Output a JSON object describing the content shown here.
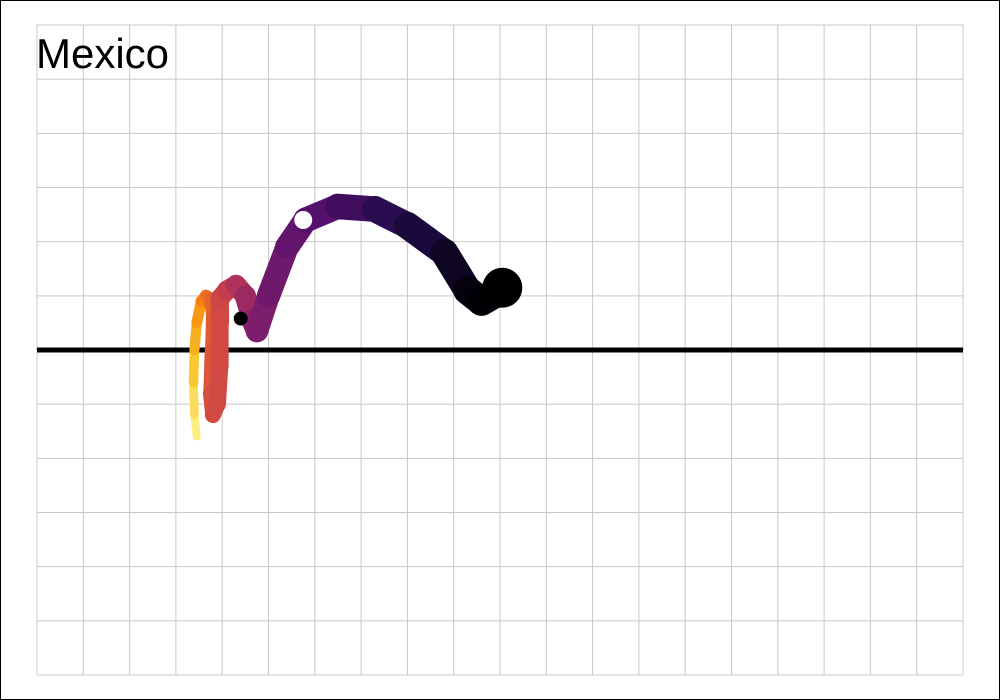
{
  "chart_data": {
    "type": "line",
    "title": "Mexico",
    "xlabel": "",
    "ylabel": "",
    "xlim": [
      0,
      20
    ],
    "ylim": [
      -6,
      6
    ],
    "grid": true,
    "reference_line_y": 0,
    "colormap": "inferno",
    "colors": {
      "grid": "#c8c8c8",
      "reference_line": "#000000",
      "start_marker": "#000000",
      "mid_marker": "#ffffff",
      "end_marker": "#000000"
    },
    "series": [
      {
        "points": [
          {
            "x": 3.45,
            "y": -1.6,
            "t": 0.98
          },
          {
            "x": 3.4,
            "y": -1.2,
            "t": 0.95
          },
          {
            "x": 3.38,
            "y": -0.6,
            "t": 0.9
          },
          {
            "x": 3.4,
            "y": 0.0,
            "t": 0.85
          },
          {
            "x": 3.45,
            "y": 0.5,
            "t": 0.8
          },
          {
            "x": 3.55,
            "y": 0.9,
            "t": 0.75
          },
          {
            "x": 3.65,
            "y": 1.0,
            "t": 0.7
          },
          {
            "x": 3.75,
            "y": 0.95,
            "t": 0.67
          },
          {
            "x": 3.8,
            "y": 0.6,
            "t": 0.64
          },
          {
            "x": 3.78,
            "y": 0.0,
            "t": 0.62
          },
          {
            "x": 3.75,
            "y": -0.8,
            "t": 0.6
          },
          {
            "x": 3.8,
            "y": -1.2,
            "t": 0.58
          },
          {
            "x": 3.9,
            "y": -1.0,
            "t": 0.57
          },
          {
            "x": 3.95,
            "y": -0.3,
            "t": 0.57
          },
          {
            "x": 3.95,
            "y": 0.5,
            "t": 0.57
          },
          {
            "x": 3.95,
            "y": 0.95,
            "t": 0.57
          },
          {
            "x": 4.1,
            "y": 1.1,
            "t": 0.55
          },
          {
            "x": 4.3,
            "y": 1.2,
            "t": 0.5
          },
          {
            "x": 4.5,
            "y": 1.0,
            "t": 0.45
          },
          {
            "x": 4.65,
            "y": 0.55,
            "t": 0.4
          },
          {
            "x": 4.75,
            "y": 0.35,
            "t": 0.37
          },
          {
            "x": 5.0,
            "y": 1.0,
            "t": 0.33
          },
          {
            "x": 5.4,
            "y": 1.9,
            "t": 0.3
          },
          {
            "x": 5.8,
            "y": 2.4,
            "t": 0.27
          },
          {
            "x": 6.5,
            "y": 2.65,
            "t": 0.23
          },
          {
            "x": 7.3,
            "y": 2.6,
            "t": 0.18
          },
          {
            "x": 8.0,
            "y": 2.3,
            "t": 0.13
          },
          {
            "x": 8.8,
            "y": 1.8,
            "t": 0.08
          },
          {
            "x": 9.3,
            "y": 1.1,
            "t": 0.03
          },
          {
            "x": 9.6,
            "y": 0.9,
            "t": 0.01
          },
          {
            "x": 9.9,
            "y": 1.05,
            "t": 0.0
          },
          {
            "x": 10.05,
            "y": 1.2,
            "t": 0.0
          }
        ],
        "start_point": {
          "x": 4.4,
          "y": 0.58
        },
        "mid_point": {
          "x": 5.75,
          "y": 2.4
        },
        "end_point": {
          "x": 10.05,
          "y": 1.15
        }
      }
    ]
  }
}
